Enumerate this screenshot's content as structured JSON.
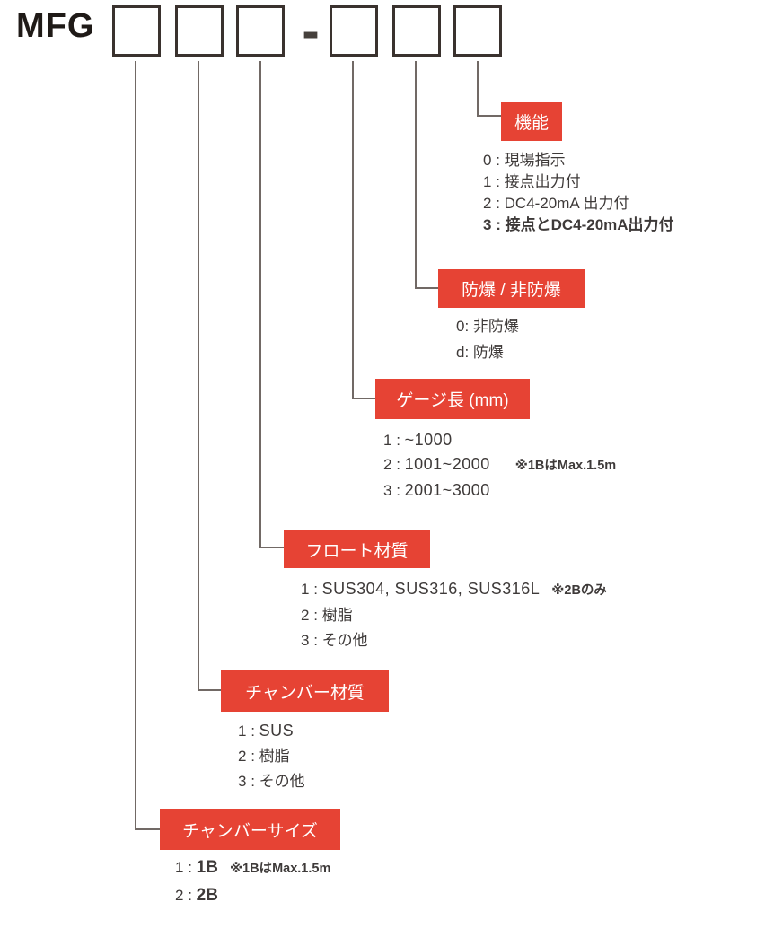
{
  "model_code": {
    "prefix": "MFG",
    "separator": "-",
    "box_count": 6
  },
  "colors": {
    "accent_red": "#e64334",
    "text": "#3e3a39",
    "line": "#716965"
  },
  "sections": [
    {
      "id": "function",
      "label": "機能",
      "options": [
        {
          "code": "0",
          "sep": " : ",
          "value": "現場指示"
        },
        {
          "code": "1",
          "sep": " : ",
          "value": "接点出力付"
        },
        {
          "code": "2",
          "sep": " : ",
          "value": "DC4-20mA 出力付"
        },
        {
          "code": "3",
          "sep": " : ",
          "value": "接点とDC4-20mA出力付"
        }
      ]
    },
    {
      "id": "explosion-proof",
      "label": "防爆 / 非防爆",
      "options": [
        {
          "code": "0",
          "sep": ": ",
          "value": "非防爆"
        },
        {
          "code": "d",
          "sep": ": ",
          "value": "防爆"
        }
      ]
    },
    {
      "id": "gauge-length",
      "label": "ゲージ長 (mm)",
      "options": [
        {
          "code": "1",
          "sep": " : ",
          "value": "~1000"
        },
        {
          "code": "2",
          "sep": " : ",
          "value": "1001~2000",
          "note": "※1BはMax.1.5m"
        },
        {
          "code": "3",
          "sep": " : ",
          "value": "2001~3000"
        }
      ]
    },
    {
      "id": "float-material",
      "label": "フロート材質",
      "options": [
        {
          "code": "1",
          "sep": " : ",
          "value": "SUS304, SUS316, SUS316L",
          "note": "※2Bのみ"
        },
        {
          "code": "2",
          "sep": " : ",
          "value": "樹脂"
        },
        {
          "code": "3",
          "sep": " : ",
          "value": "その他"
        }
      ]
    },
    {
      "id": "chamber-material",
      "label": "チャンバー材質",
      "options": [
        {
          "code": "1",
          "sep": " : ",
          "value": "SUS"
        },
        {
          "code": "2",
          "sep": " : ",
          "value": "樹脂"
        },
        {
          "code": "3",
          "sep": " : ",
          "value": "その他"
        }
      ]
    },
    {
      "id": "chamber-size",
      "label": "チャンバーサイズ",
      "options": [
        {
          "code": "1",
          "sep": " : ",
          "value": "1B",
          "note": "※1BはMax.1.5m"
        },
        {
          "code": "2",
          "sep": " : ",
          "value": "2B"
        }
      ]
    }
  ]
}
